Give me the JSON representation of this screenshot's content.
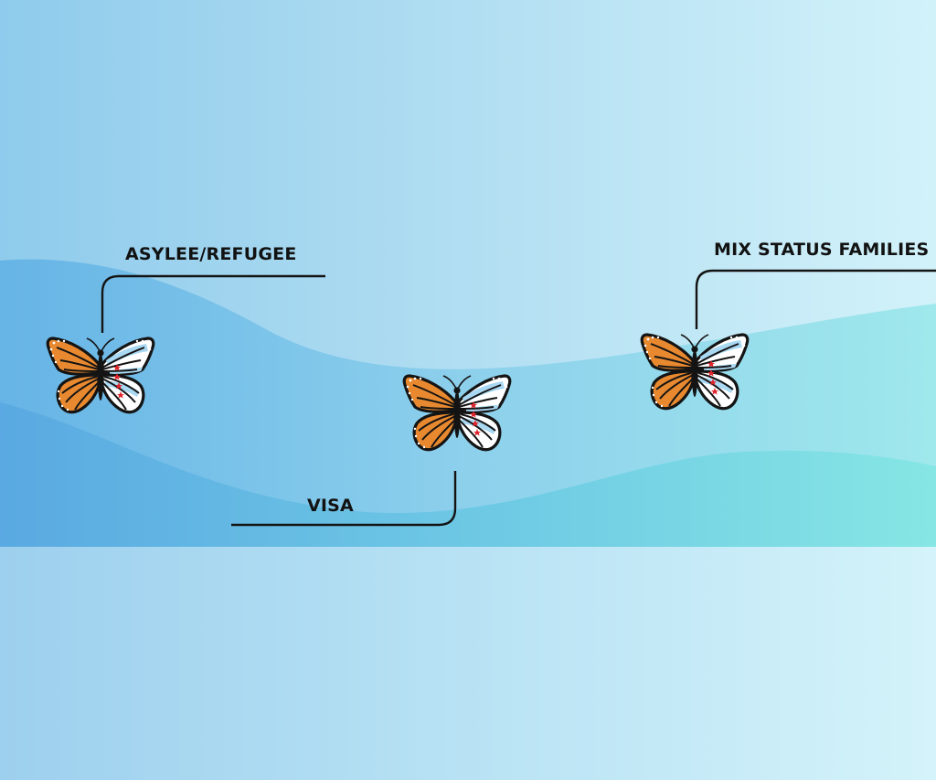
{
  "labels": {
    "asylee_refugee": "ASYLEE/REFUGEE",
    "visa": "VISA",
    "mix_status_families": "MIX STATUS FAMILIES"
  },
  "icons": {
    "butterfly": "butterfly-icon"
  },
  "colors": {
    "sky_left": "#8fcbec",
    "sky_right": "#d2f2fa",
    "wave_dark": "#5fb0e4",
    "wave_teal": "#7fe0e4",
    "wing_orange": "#e8892f",
    "wing_flag_blue": "#a9d8f2",
    "flag_red_star": "#e0262c",
    "outline": "#141414"
  }
}
